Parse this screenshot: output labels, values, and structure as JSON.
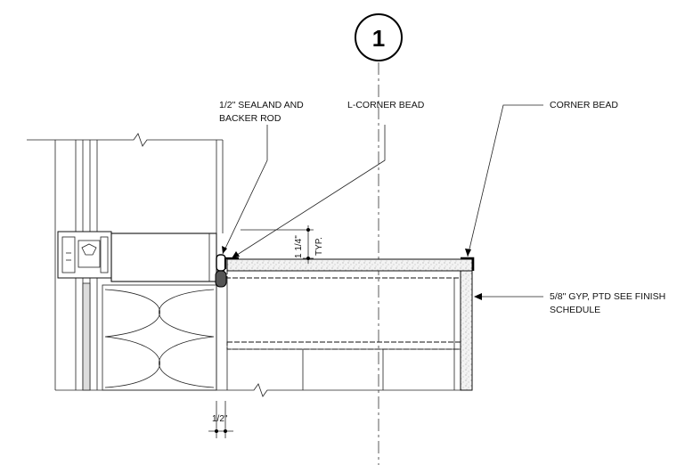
{
  "detail": {
    "number": "1"
  },
  "labels": {
    "sealant_line1": "1/2\" SEALAND AND",
    "sealant_line2": "BACKER ROD",
    "l_corner_bead": "L-CORNER BEAD",
    "corner_bead": "CORNER BEAD",
    "gyp_line1": "5/8\" GYP, PTD SEE FINISH",
    "gyp_line2": "SCHEDULE"
  },
  "dimensions": {
    "vertical_dim": "1 1/4\"",
    "vertical_note": "TYP.",
    "bottom_dim": "1/2\""
  }
}
